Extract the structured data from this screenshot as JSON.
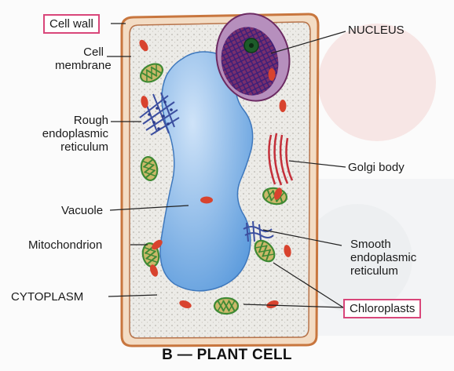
{
  "figure": {
    "caption": "B — PLANT CELL"
  },
  "labels": {
    "cell_wall": "Cell wall",
    "cell_membrane": [
      "Cell",
      "membrane"
    ],
    "rough_er": [
      "Rough",
      "endoplasmic",
      "reticulum"
    ],
    "vacuole": "Vacuole",
    "mitochondrion": "Mitochondrion",
    "cytoplasm": "CYTOPLASM",
    "nucleus": "NUCLEUS",
    "golgi_body": "Golgi body",
    "smooth_er": [
      "Smooth",
      "endoplasmic",
      "reticulum"
    ],
    "chloroplasts": "Chloroplasts"
  },
  "colors": {
    "cell_wall": "#d4864e",
    "cytoplasm": "#ebe9e4",
    "vacuole": "#7fb0e6",
    "nucleus": "#8a3a78",
    "mitochondrion": "#d8432e",
    "chloroplast": "#3f8a34",
    "label_box": "#d9467a"
  }
}
